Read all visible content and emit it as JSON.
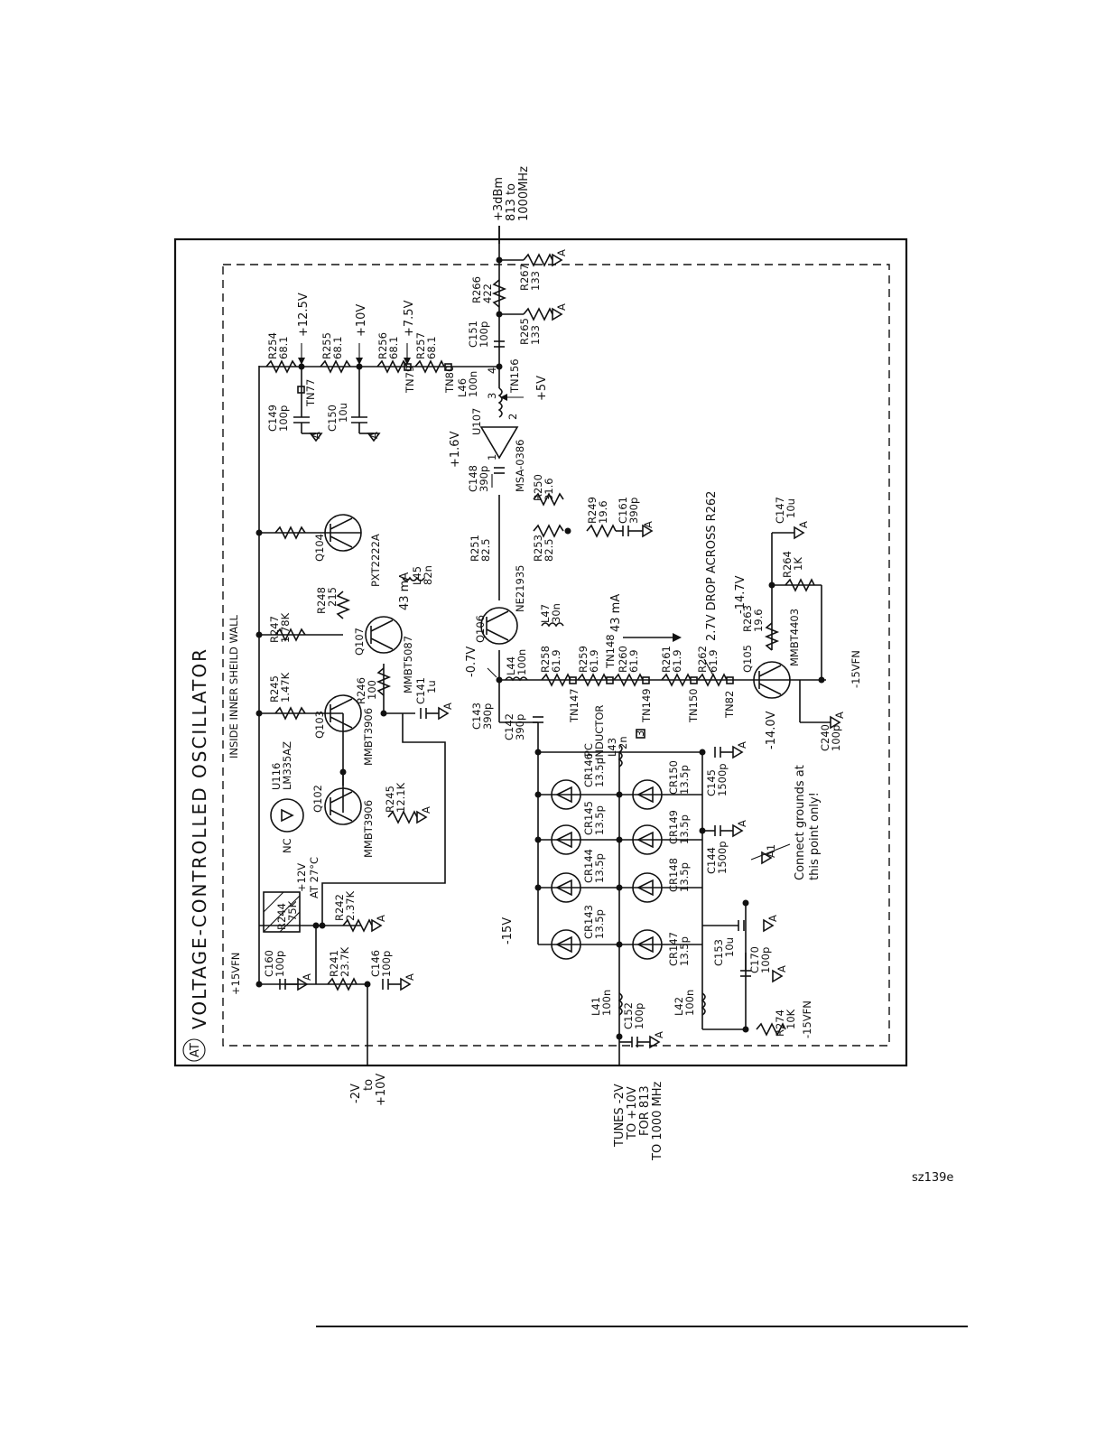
{
  "title": {
    "badge": "AT",
    "text": "VOLTAGE-CONTROLLED OSCILLATOR",
    "inner_wall": "INSIDE INNER SHEILD WALL"
  },
  "figure_id": "sz139e",
  "ports": {
    "output": [
      "+3dBm",
      "813 to",
      "1000MHz"
    ],
    "control": [
      "-2V",
      "to",
      "+10V"
    ],
    "tune": [
      "TUNES -2V",
      "TO +10V",
      "FOR 813",
      "TO 1000 MHz"
    ]
  },
  "rails": {
    "v15": "+15VFN",
    "v12_5": "+12.5V",
    "v10": "+10V",
    "v7_5": "+7.5V",
    "v5": "+5V",
    "v1_6": "+1.6V",
    "vm15": "-15V",
    "vm15fn_a": "-15VFN",
    "vm15fn_b": "-15VFN"
  },
  "notes": {
    "q104_current": "43 mA",
    "q106_current": "43 mA",
    "drop": "2.7V DROP ACROSS R262",
    "v_emitter": "-0.7V",
    "v_m14_7": "-14.7V",
    "v_m14_0": "-14.0V",
    "u116_temp": "+12V",
    "u116_temp2": "AT 27°C",
    "nc": "NC",
    "grounds": [
      "Connect grounds at",
      "this point only!"
    ],
    "pin2": "2",
    "pin3": "3",
    "pin4": "4",
    "pin1": "1",
    "inductor": "PC",
    "inductor2": "INDUCTOR"
  },
  "components": {
    "r254": [
      "R254",
      "68.1"
    ],
    "r255": [
      "R255",
      "68.1"
    ],
    "r256": [
      "R256",
      "68.1"
    ],
    "r257": [
      "R257",
      "68.1"
    ],
    "c149": [
      "C149",
      "100p"
    ],
    "c150": [
      "C150",
      "10u"
    ],
    "tn77": "TN77",
    "tn79": "TN79",
    "tn80": "TN80",
    "l46": [
      "L46",
      "100n"
    ],
    "tn156": "TN156",
    "c151": [
      "C151",
      "100p"
    ],
    "r266": [
      "R266",
      "422"
    ],
    "r267": [
      "R267",
      "133"
    ],
    "r265": [
      "R265",
      "133"
    ],
    "u107": [
      "U107",
      "MSA-0386"
    ],
    "c148": [
      "C148",
      "390p"
    ],
    "r250": [
      "R250",
      "31.6"
    ],
    "r249": [
      "R249",
      "19.6"
    ],
    "c161": [
      "C161",
      "390p"
    ],
    "q104": [
      "Q104",
      "PXT2222A"
    ],
    "l45": [
      "L45",
      "82n"
    ],
    "r251": [
      "R251",
      "82.5"
    ],
    "r253": [
      "R253",
      "82.5"
    ],
    "r248": [
      "R248",
      "215"
    ],
    "r247": [
      "R247",
      "1.78K"
    ],
    "q107": [
      "Q107",
      "MMBT5087"
    ],
    "r245a": [
      "R245",
      "1.47K"
    ],
    "r246": [
      "R246",
      "100"
    ],
    "c141": [
      "C141",
      "1u"
    ],
    "q103": [
      "Q103",
      "MMBT3906"
    ],
    "q106": [
      "Q106",
      "NE21935"
    ],
    "l47": [
      "L47",
      "30n"
    ],
    "l44": [
      "L44",
      "100n"
    ],
    "c143": [
      "C143",
      "390p"
    ],
    "c142": [
      "C142",
      "390p"
    ],
    "r258": [
      "R258",
      "61.9"
    ],
    "r259": [
      "R259",
      "61.9"
    ],
    "tn148": "TN148",
    "r260": [
      "R260",
      "61.9"
    ],
    "r261": [
      "R261",
      "61.9"
    ],
    "r262": [
      "R262",
      "61.9"
    ],
    "tn147": "TN147",
    "tn149": "TN149",
    "tn150": "TN150",
    "tn82": "TN82",
    "q105": [
      "Q105",
      "MMBT4403"
    ],
    "r263": [
      "R263",
      "19.6"
    ],
    "r264": [
      "R264",
      "1K"
    ],
    "c147": [
      "C147",
      "10u"
    ],
    "c240": [
      "C240",
      "100p"
    ],
    "u116": [
      "U116",
      "LM335AZ"
    ],
    "q102": [
      "Q102",
      "MMBT3906"
    ],
    "r245b": [
      "R245",
      "12.1K"
    ],
    "r244": [
      "R244",
      "75K"
    ],
    "r242": [
      "R242",
      "2.37K"
    ],
    "r241": [
      "R241",
      "23.7K"
    ],
    "c160": [
      "C160",
      "100p"
    ],
    "c146": [
      "C146",
      "100p"
    ],
    "l43": [
      "L43",
      "2n"
    ],
    "l43_box": "3",
    "cr146": [
      "CR146",
      "13.5p"
    ],
    "cr145": [
      "CR145",
      "13.5p"
    ],
    "cr144": [
      "CR144",
      "13.5p"
    ],
    "cr143": [
      "CR143",
      "13.5p"
    ],
    "cr150": [
      "CR150",
      "13.5p"
    ],
    "cr149": [
      "CR149",
      "13.5p"
    ],
    "cr148": [
      "CR148",
      "13.5p"
    ],
    "cr147": [
      "CR147",
      "13.5p"
    ],
    "c145": [
      "C145",
      "1500p"
    ],
    "c144": [
      "C144",
      "1500p"
    ],
    "c153": [
      "C153",
      "10u"
    ],
    "c170": [
      "C170",
      "100p"
    ],
    "l41": [
      "L41",
      "100n"
    ],
    "c152": [
      "C152",
      "100p"
    ],
    "l42": [
      "L42",
      "100n"
    ],
    "r274": [
      "R274",
      "10K"
    ]
  },
  "ground_label": "A",
  "ground_label_a1": "A1"
}
